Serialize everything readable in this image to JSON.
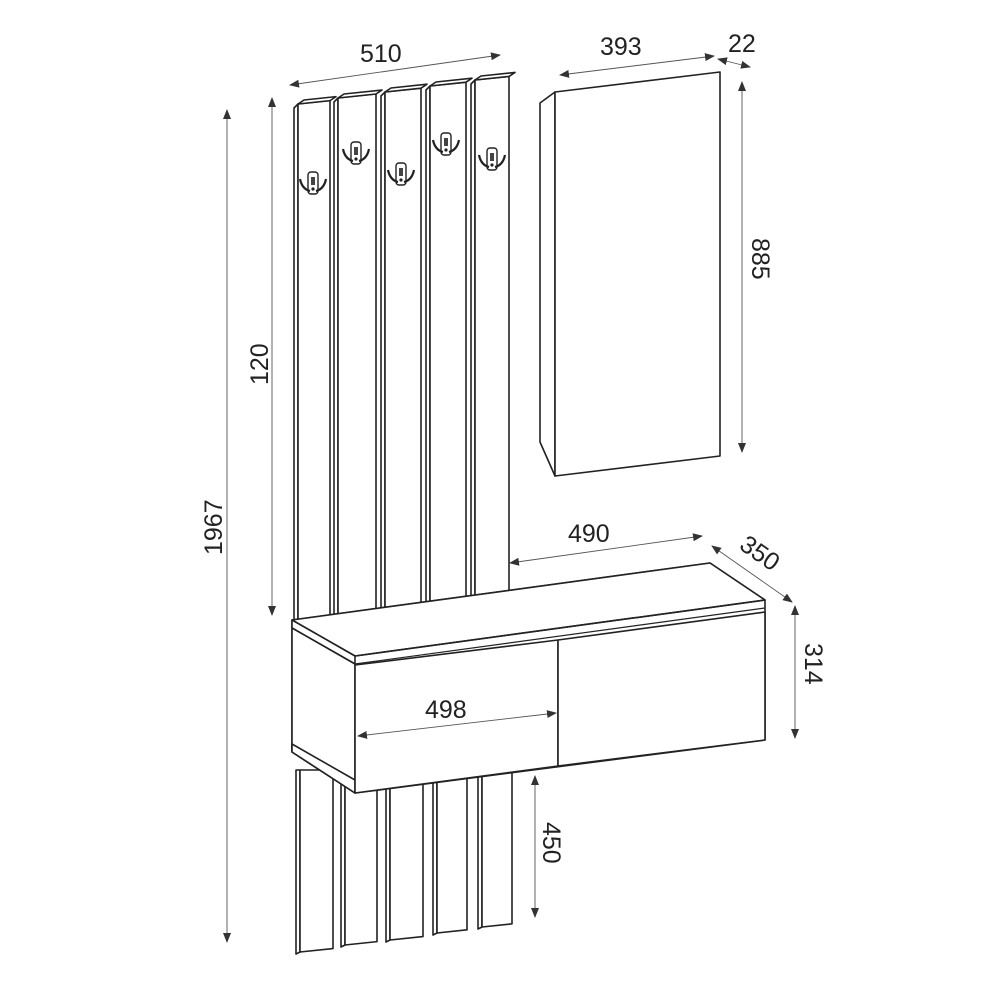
{
  "dimensions": {
    "panel_width": "510",
    "mirror_width": "393",
    "mirror_depth": "22",
    "mirror_height": "885",
    "panel_height": "120",
    "total_height": "1967",
    "bench_width": "490",
    "bench_depth": "350",
    "bench_height": "314",
    "drawer_width": "498",
    "bench_clearance": "450"
  },
  "colors": {
    "line": "#222222",
    "dimension": "#555555",
    "background": "#ffffff"
  },
  "hook_count": 5
}
